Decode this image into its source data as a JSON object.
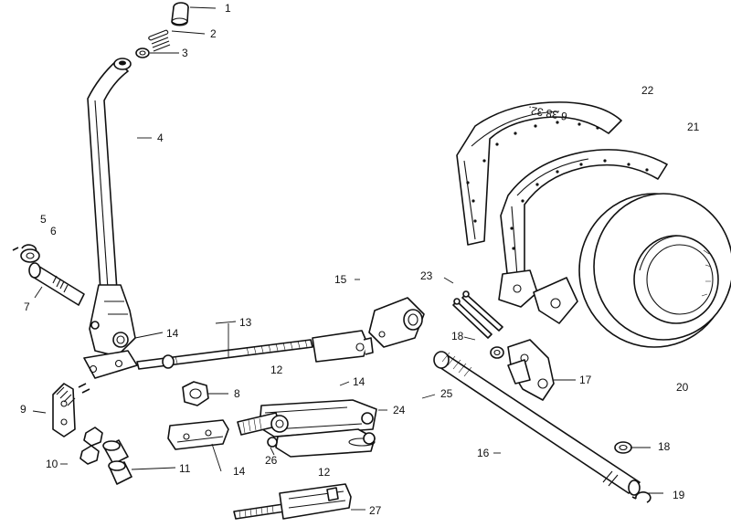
{
  "diagram": {
    "band_stamp": "6 38 32.",
    "callouts": {
      "c1": "1",
      "c2": "2",
      "c3": "3",
      "c4": "4",
      "c5": "5",
      "c6": "6",
      "c7": "7",
      "c8": "8",
      "c9": "9",
      "c10": "10",
      "c11": "11",
      "c12a": "12",
      "c12b": "12",
      "c13": "13",
      "c14a": "14",
      "c14b": "14",
      "c14c": "14",
      "c15": "15",
      "c16": "16",
      "c17": "17",
      "c18a": "18",
      "c18b": "18",
      "c19": "19",
      "c20": "20",
      "c21": "21",
      "c22": "22",
      "c23": "23",
      "c24": "24",
      "c25": "25",
      "c26": "26",
      "c27": "27"
    }
  }
}
